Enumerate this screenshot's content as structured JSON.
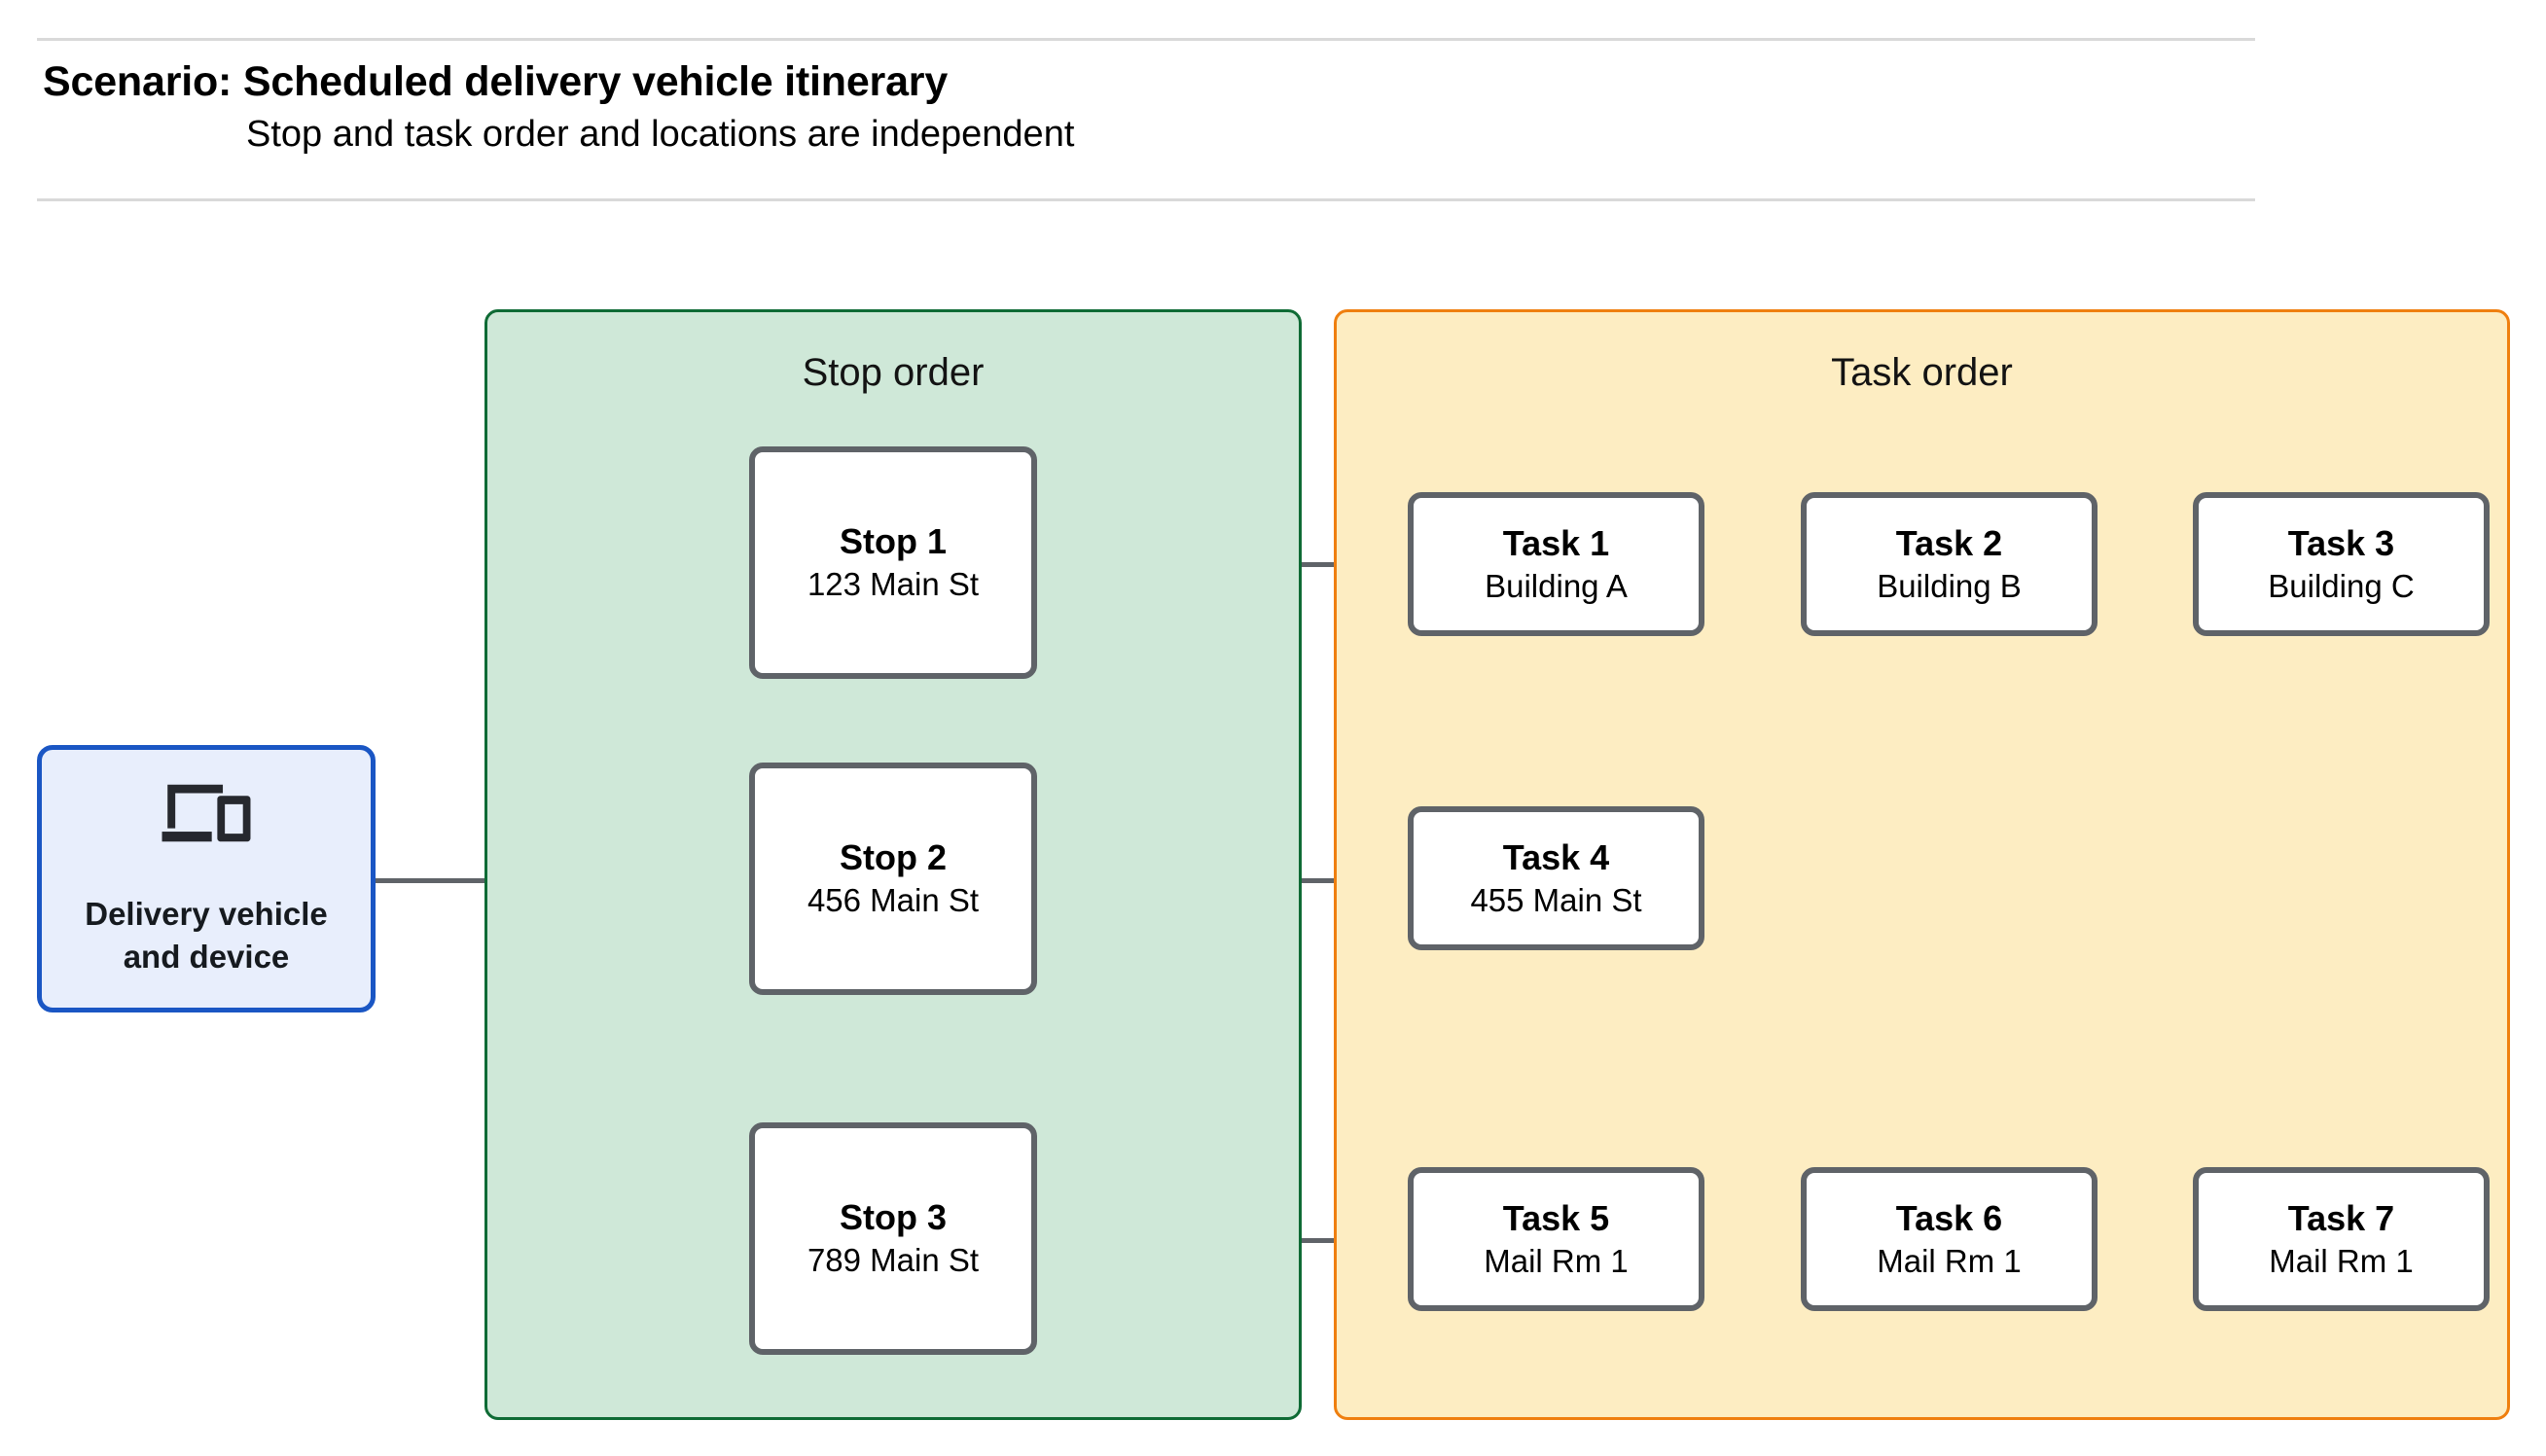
{
  "header": {
    "title": "Scenario: Scheduled delivery vehicle itinerary",
    "subtitle": "Stop and task order and locations are independent"
  },
  "device": {
    "icon": "devices-laptop-phone-icon",
    "label": "Delivery vehicle\nand device"
  },
  "groups": {
    "stop": {
      "title": "Stop order",
      "fill": "#cfe8d8",
      "border": "#0f6b35"
    },
    "task": {
      "title": "Task order",
      "fill": "#fdedc2",
      "border": "#ef7f0f"
    }
  },
  "stops": [
    {
      "title": "Stop 1",
      "sub": "123 Main St"
    },
    {
      "title": "Stop 2",
      "sub": "456 Main St"
    },
    {
      "title": "Stop 3",
      "sub": "789 Main St"
    }
  ],
  "task_rows": [
    [
      {
        "title": "Task 1",
        "sub": "Building A"
      },
      {
        "title": "Task 2",
        "sub": "Building B"
      },
      {
        "title": "Task 3",
        "sub": "Building C"
      }
    ],
    [
      {
        "title": "Task 4",
        "sub": "455 Main St"
      }
    ],
    [
      {
        "title": "Task 5",
        "sub": "Mail Rm 1"
      },
      {
        "title": "Task 6",
        "sub": "Mail Rm 1"
      },
      {
        "title": "Task 7",
        "sub": "Mail Rm 1"
      }
    ]
  ],
  "colors": {
    "connector": "#5f6368",
    "node_border": "#5f6368",
    "device_border": "#1a56c4",
    "device_fill": "#e8eefc",
    "rule": "#d9d9d9"
  }
}
